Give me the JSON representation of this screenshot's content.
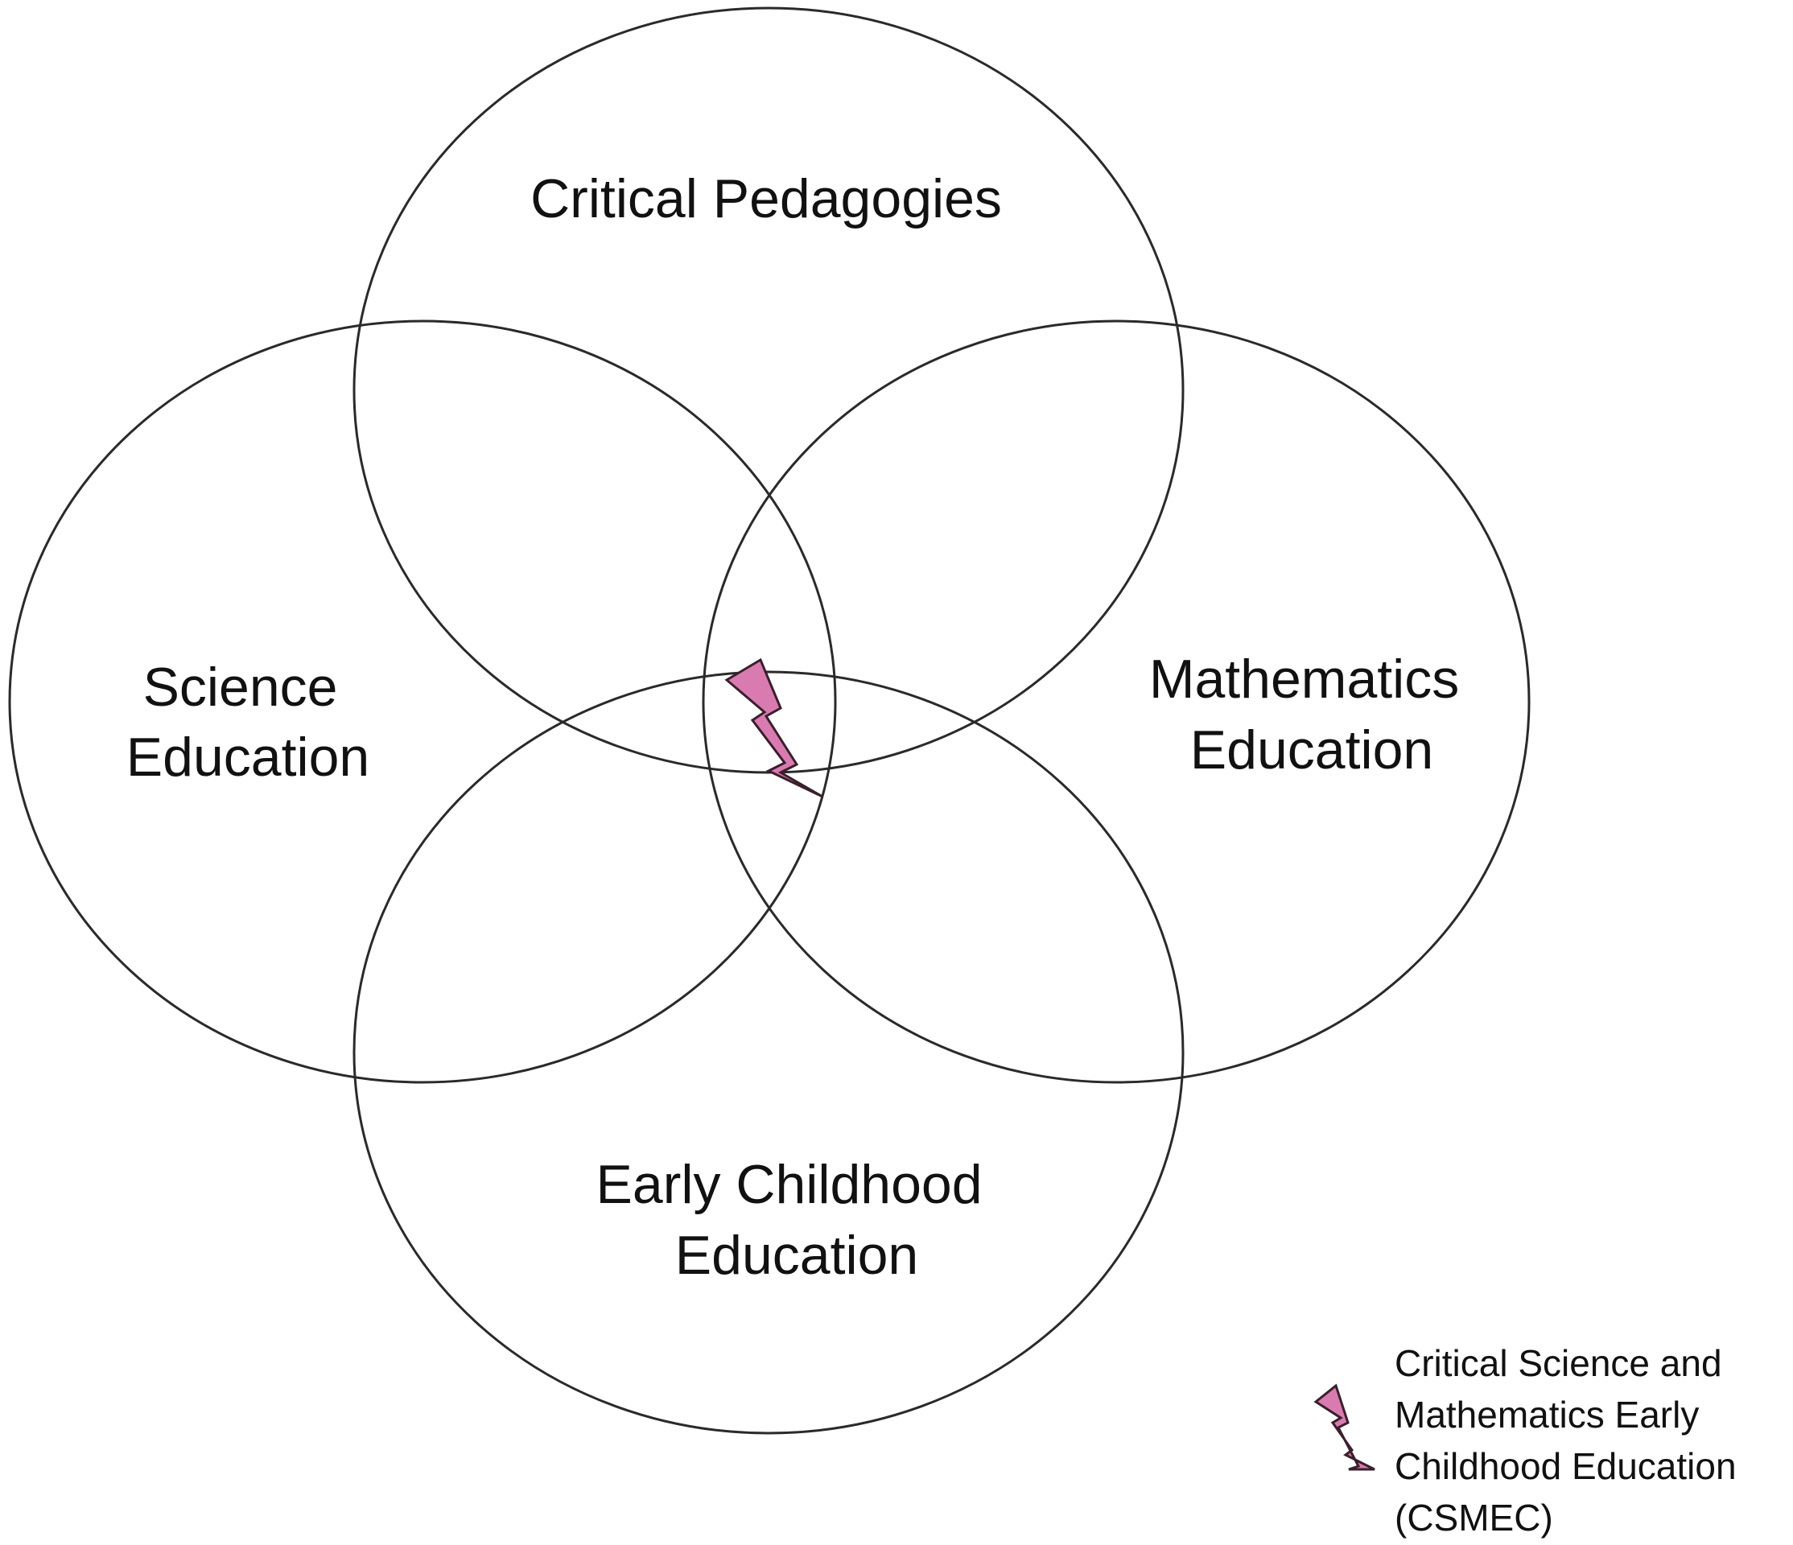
{
  "diagram": {
    "sets": {
      "critical_pedagogies": {
        "lines": [
          "Critical Pedagogies"
        ]
      },
      "science_education": {
        "lines": [
          "Science",
          "Education"
        ]
      },
      "mathematics_education": {
        "lines": [
          "Mathematics",
          "Education"
        ]
      },
      "early_childhood_education": {
        "lines": [
          "Early Childhood",
          "Education"
        ]
      }
    },
    "intersection_marker": {
      "icon": "lightning-bolt-icon",
      "color": "#d97bb0"
    },
    "legend": {
      "icon": "lightning-bolt-icon",
      "lines": [
        "Critical Science and",
        "Mathematics Early",
        "Childhood Education",
        "(CSMEC)"
      ]
    }
  }
}
